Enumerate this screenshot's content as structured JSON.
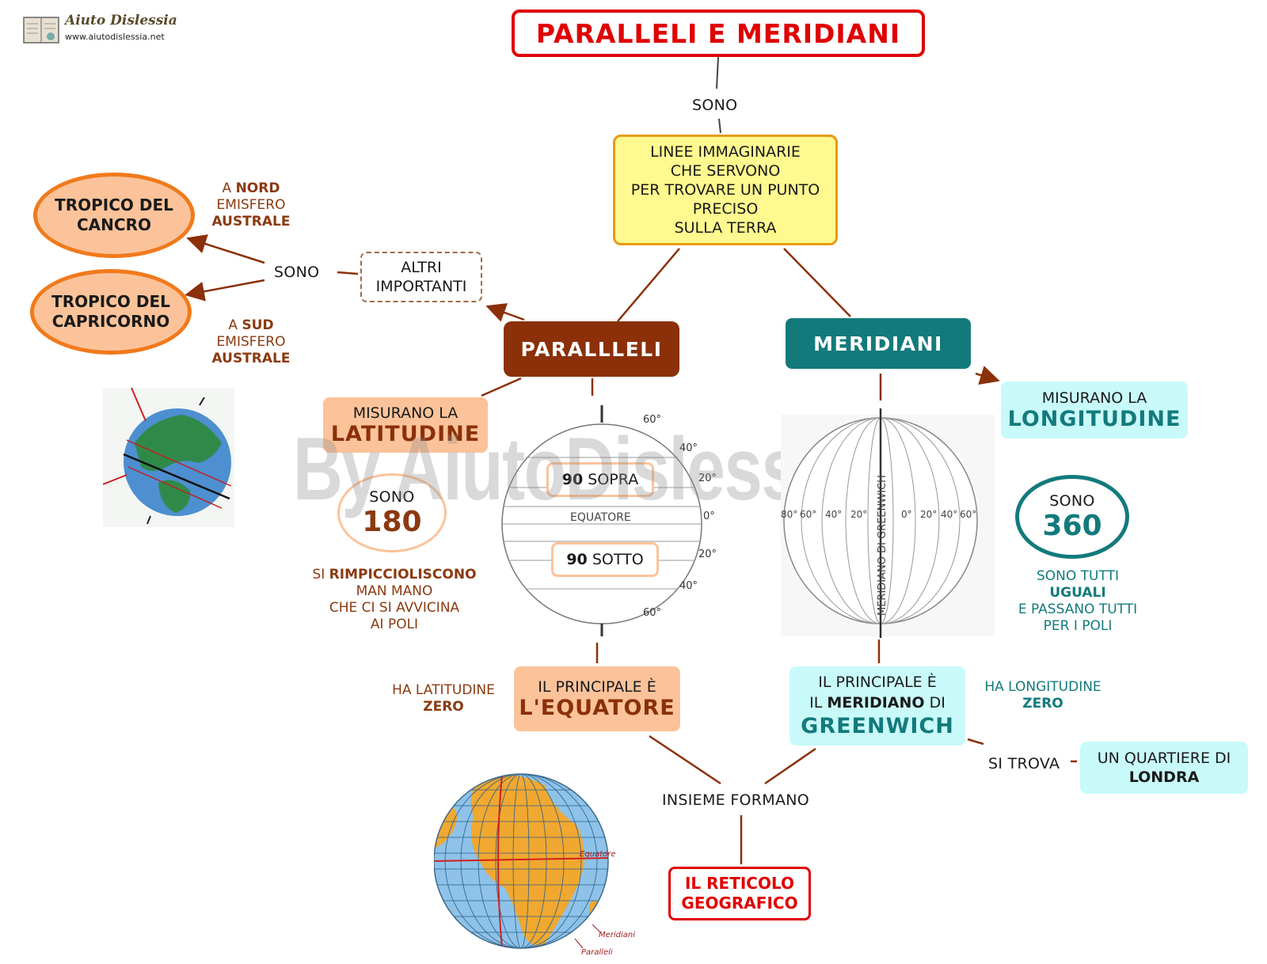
{
  "logo": {
    "name": "Aiuto Dislessia",
    "url": "www.aiutodislessia.net"
  },
  "watermark": "By AiutoDislessia.net",
  "title": "PARALLELI E MERIDIANI",
  "sono_top": "SONO",
  "definition": [
    "LINEE IMMAGINARIE",
    "CHE SERVONO",
    "PER TROVARE UN PUNTO",
    "PRECISO",
    "SULLA TERRA"
  ],
  "paralleli": {
    "label": "PARALLLELI",
    "altri": [
      "ALTRI",
      "IMPORTANTI"
    ],
    "sono": "SONO",
    "tropico_cancro": [
      "TROPICO DEL",
      "CANCRO"
    ],
    "tropico_capricorno": [
      "TROPICO DEL",
      "CAPRICORNO"
    ],
    "nord_note": {
      "pre": "A ",
      "strong": "NORD",
      "line2": "EMISFERO",
      "line3": "AUSTRALE"
    },
    "sud_note": {
      "pre": "A ",
      "strong": "SUD",
      "line2": "EMISFERO",
      "line3": "AUSTRALE"
    },
    "misurano": "MISURANO LA",
    "latitudine": "LATITUDINE",
    "sono_count": "SONO",
    "count": "180",
    "shrink_note": {
      "pre": "SI ",
      "strong": "RIMPICCIOLISCONO",
      "line2": "MAN MANO",
      "line3": "CHE CI SI AVVICINA",
      "line4": "AI POLI"
    },
    "sopra": {
      "num": "90",
      "text": " SOPRA"
    },
    "sotto": {
      "num": "90",
      "text": " SOTTO"
    },
    "globe_equator_label": "EQUATORE",
    "globe_degrees": [
      "60°",
      "40°",
      "20°",
      "0°",
      "20°",
      "40°",
      "60°"
    ],
    "principale": "IL PRINCIPALE È",
    "equatore": "L'EQUATORE",
    "lat_zero": {
      "line1": "HA LATITUDINE",
      "strong": "ZERO"
    }
  },
  "meridiani": {
    "label": "MERIDIANI",
    "misurano": "MISURANO LA",
    "longitudine": "LONGITUDINE",
    "sono_count": "SONO",
    "count": "360",
    "uguali_note": {
      "line1": "SONO TUTTI",
      "strong": "UGUALI",
      "line3": "E PASSANO TUTTI",
      "line4": "PER I POLI"
    },
    "globe_meridian_label": "MERIDIANO DI GREENWICH",
    "globe_degrees": [
      "80°",
      "60°",
      "40°",
      "20°",
      "0°",
      "20°",
      "40°",
      "60°"
    ],
    "principale": "IL PRINCIPALE È",
    "il": "IL ",
    "meridiano": "MERIDIANO",
    "di": " DI",
    "greenwich": "GREENWICH",
    "lon_zero": {
      "line1": "HA LONGITUDINE",
      "strong": "ZERO"
    },
    "si_trova": "SI TROVA",
    "londra": {
      "line1": "UN QUARTIERE DI",
      "strong": "LONDRA"
    }
  },
  "insieme": "INSIEME FORMANO",
  "reticolo": [
    "IL RETICOLO",
    "GEOGRAFICO"
  ],
  "big_globe_labels": {
    "equatore": "Equatore",
    "meridiani": "Meridiani",
    "paralleli": "Paralleli"
  },
  "colors": {
    "red": "#e00000",
    "brown": "#8b3008",
    "teal": "#137a7c",
    "orange": "#f07a1c",
    "peach": "#fcc39a",
    "yellow": "#fff98f",
    "cyan": "#c9fafa"
  }
}
